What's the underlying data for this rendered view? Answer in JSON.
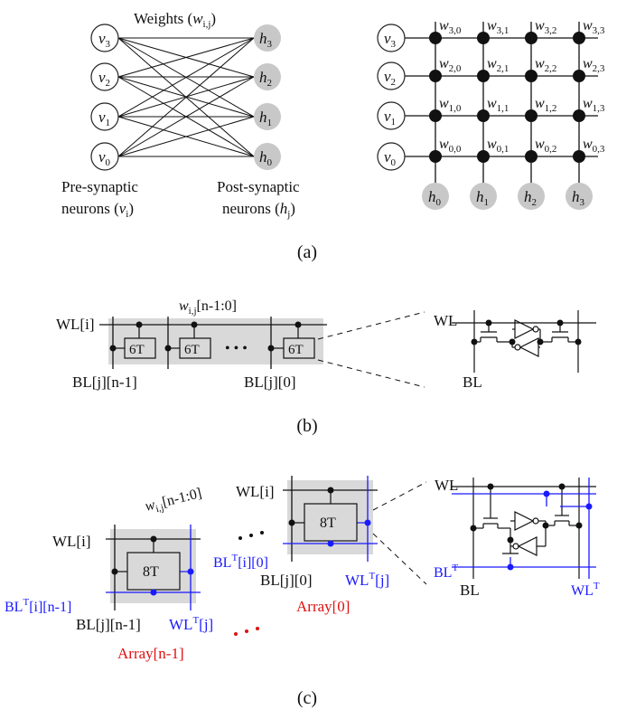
{
  "panel_a": {
    "weights_title": "Weights (",
    "weights_var": "w",
    "weights_sub": "i,j",
    "weights_close": ")",
    "v_nodes": [
      {
        "base": "v",
        "sub": "3"
      },
      {
        "base": "v",
        "sub": "2"
      },
      {
        "base": "v",
        "sub": "1"
      },
      {
        "base": "v",
        "sub": "0"
      }
    ],
    "h_nodes": [
      {
        "base": "h",
        "sub": "3"
      },
      {
        "base": "h",
        "sub": "2"
      },
      {
        "base": "h",
        "sub": "1"
      },
      {
        "base": "h",
        "sub": "0"
      }
    ],
    "pre_line1": "Pre-synaptic",
    "pre_line2": "neurons (",
    "pre_var": "v",
    "pre_sub": "i",
    "pre_close": ")",
    "post_line1": "Post-synaptic",
    "post_line2": "neurons (",
    "post_var": "h",
    "post_sub": "j",
    "post_close": ")",
    "crossbar_weights": [
      [
        "3,0",
        "3,1",
        "3,2",
        "3,3"
      ],
      [
        "2,0",
        "2,1",
        "2,2",
        "2,3"
      ],
      [
        "1,0",
        "1,1",
        "1,2",
        "1,3"
      ],
      [
        "0,0",
        "0,1",
        "0,2",
        "0,3"
      ]
    ],
    "weight_var": "w",
    "h_bottom": [
      {
        "base": "h",
        "sub": "0"
      },
      {
        "base": "h",
        "sub": "1"
      },
      {
        "base": "h",
        "sub": "2"
      },
      {
        "base": "h",
        "sub": "3"
      }
    ],
    "caption": "(a)"
  },
  "panel_b": {
    "wvar": "w",
    "wsub": "i,j",
    "wrange": "[n-1:0]",
    "wl": "WL[i]",
    "cell": "6T",
    "dots": "• • •",
    "bl_left": "BL[j][n-1]",
    "bl_right": "BL[j][0]",
    "zoom_wl": "WL",
    "zoom_bl": "BL",
    "caption": "(b)"
  },
  "panel_c": {
    "wvar": "w",
    "wsub": "i,j",
    "wrange": "[n-1:0]",
    "left": {
      "wl": "WL[i]",
      "cell": "8T",
      "blt_main": "BL",
      "blt_sup": "T",
      "blt_rest": "[i][n-1]",
      "bl": "BL[j][n-1]",
      "wlt_main": "WL",
      "wlt_sup": "T",
      "wlt_rest": "[j]",
      "array": "Array[n-1]"
    },
    "right": {
      "wl": "WL[i]",
      "cell": "8T",
      "blt_main": "BL",
      "blt_sup": "T",
      "blt_rest": "[i][0]",
      "bl": "BL[j][0]",
      "wlt_main": "WL",
      "wlt_sup": "T",
      "wlt_rest": "[j]",
      "array": "Array[0]"
    },
    "zoom": {
      "wl": "WL",
      "blt_main": "BL",
      "blt_sup": "T",
      "bl": "BL",
      "wlt_main": "WL",
      "wlt_sup": "T"
    },
    "caption": "(c)"
  },
  "colors": {
    "blue": "#1a1aff",
    "red": "#e01010",
    "gray_node": "#c8c8c8",
    "gray_fill": "#d9d9d9"
  }
}
